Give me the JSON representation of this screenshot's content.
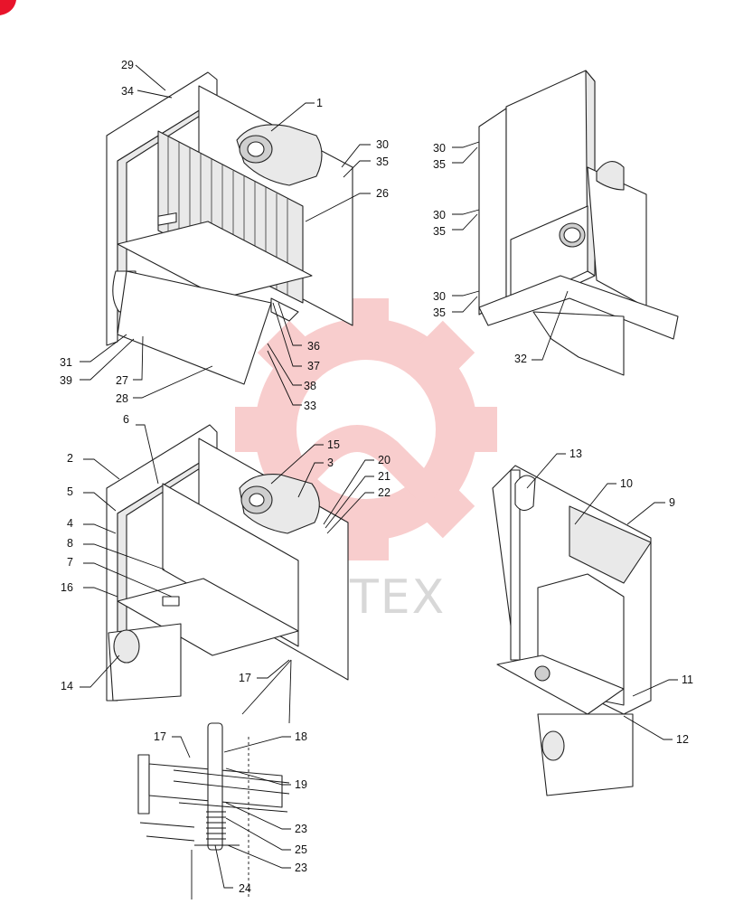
{
  "watermark": {
    "text": "ИНТЕХ",
    "gear_color": "#f4a5a5"
  },
  "corner_mark_color": "#e8142b",
  "callouts": {
    "c29": "29",
    "c34": "34",
    "c1": "1",
    "c30a": "30",
    "c35a": "35",
    "c26": "26",
    "c36": "36",
    "c37": "37",
    "c38": "38",
    "c33": "33",
    "c31": "31",
    "c39": "39",
    "c27": "27",
    "c28": "28",
    "r30a": "30",
    "r35a": "35",
    "r30b": "30",
    "r35b": "35",
    "r30c": "30",
    "r35c": "35",
    "r32": "32",
    "c6": "6",
    "c2": "2",
    "c5": "5",
    "c4": "4",
    "c8": "8",
    "c7": "7",
    "c16": "16",
    "c14": "14",
    "c15": "15",
    "c3": "3",
    "c20": "20",
    "c21": "21",
    "c22": "22",
    "c17a": "17",
    "c13": "13",
    "c10": "10",
    "c9": "9",
    "c11": "11",
    "c12": "12",
    "c17b": "17",
    "c18": "18",
    "c19": "19",
    "c23a": "23",
    "c25": "25",
    "c23b": "23",
    "c24": "24"
  }
}
